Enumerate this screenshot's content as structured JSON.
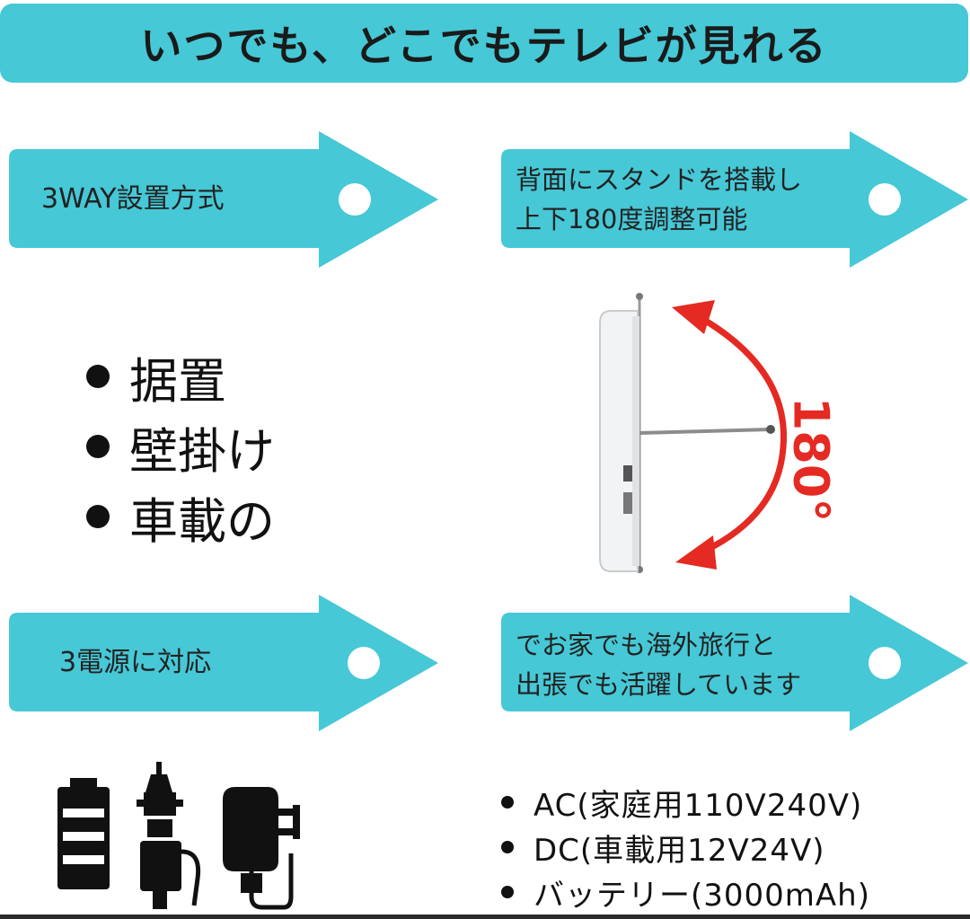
{
  "header": {
    "title": "いつでも、どこでもテレビが見れる"
  },
  "arrows": {
    "way3": {
      "label": "3WAY設置方式"
    },
    "stand": {
      "line1": "背面にスタンドを搭載し",
      "line2": "上下180度調整可能"
    },
    "power3": {
      "label": "3電源に対応"
    },
    "travel": {
      "line1": "でお家でも海外旅行と",
      "line2": "出張でも活躍しています"
    }
  },
  "install_modes": [
    "据置",
    "壁掛け",
    "車載の"
  ],
  "rotation_label": "180°",
  "power_sources": [
    "AC(家庭用110V240V)",
    "DC(車載用12V24V)",
    "バッテリー(3000mAh)"
  ],
  "colors": {
    "accent": "#46c8d6",
    "rotation_arrow": "#e42a22"
  },
  "icons": [
    "battery-icon",
    "car-charger-icon",
    "ac-adapter-icon"
  ]
}
